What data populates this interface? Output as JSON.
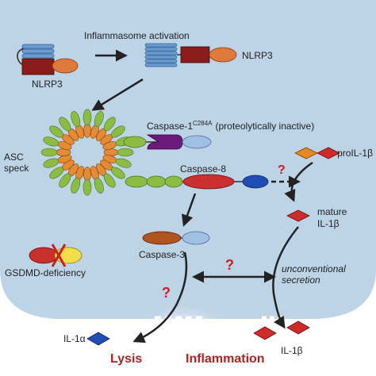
{
  "labels": {
    "inflammasome_activation": "Inflammasome activation",
    "nlrp3_left": "NLRP3",
    "nlrp3_right": "NLRP3",
    "asc_speck_line1": "ASC",
    "asc_speck_line2": "speck",
    "caspase1": "Caspase-1",
    "caspase1_superscript": "C284A",
    "caspase1_note": "(proteolytically inactive)",
    "caspase8": "Caspase-8",
    "caspase3": "Caspase-3",
    "proil1b": "proIL-1β",
    "mature_line1": "mature",
    "mature_line2": "IL-1β",
    "gsdmd": "GSDMD-deficiency",
    "unconventional_line1": "unconventional",
    "unconventional_line2": "secretion",
    "q1": "?",
    "q2": "?",
    "q3": "?",
    "il1a": "IL-1α",
    "il1b": "IL-1β",
    "lysis": "Lysis",
    "inflammation": "Inflammation"
  },
  "colors": {
    "cell": "#bdd3e6",
    "membrane_line": "#a9c2d8",
    "nlrp3_lrr": "#6c9dd1",
    "nlrp3_nacht": "#8b1c1c",
    "nlrp3_pyd": "#e07a3c",
    "asc_green": "#8bbd45",
    "asc_orange": "#e58a35",
    "casp1_purple": "#6b1b7a",
    "casp_lightblue": "#9fbfe3",
    "casp8_red": "#cc2f2f",
    "casp8_blue": "#1f4db3",
    "casp3_brown": "#b0531f",
    "proil_orange": "#e58a20",
    "il_red": "#cf2b2b",
    "gsdmd_red": "#c9302c",
    "gsdmd_yellow": "#f2de48",
    "question_red": "#c8201c",
    "outcome_red": "#b32121"
  }
}
